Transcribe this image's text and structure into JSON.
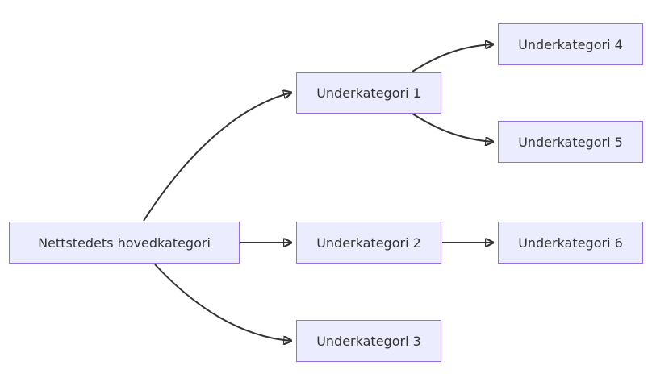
{
  "diagram": {
    "type": "flowchart",
    "direction": "left-to-right",
    "colors": {
      "node_fill": "#ECECFF",
      "node_border": "#9370DB",
      "node_text": "#333333",
      "arrow": "#333333",
      "background": "#FFFFFF"
    },
    "nodes": [
      {
        "id": "main",
        "label": "Nettstedets hovedkategori"
      },
      {
        "id": "sub1",
        "label": "Underkategori 1"
      },
      {
        "id": "sub2",
        "label": "Underkategori 2"
      },
      {
        "id": "sub3",
        "label": "Underkategori 3"
      },
      {
        "id": "sub4",
        "label": "Underkategori 4"
      },
      {
        "id": "sub5",
        "label": "Underkategori 5"
      },
      {
        "id": "sub6",
        "label": "Underkategori 6"
      }
    ],
    "edges": [
      {
        "from": "Nettstedets hovedkategori",
        "to": "Underkategori 1"
      },
      {
        "from": "Nettstedets hovedkategori",
        "to": "Underkategori 2"
      },
      {
        "from": "Nettstedets hovedkategori",
        "to": "Underkategori 3"
      },
      {
        "from": "Underkategori 1",
        "to": "Underkategori 4"
      },
      {
        "from": "Underkategori 1",
        "to": "Underkategori 5"
      },
      {
        "from": "Underkategori 2",
        "to": "Underkategori 6"
      }
    ]
  }
}
